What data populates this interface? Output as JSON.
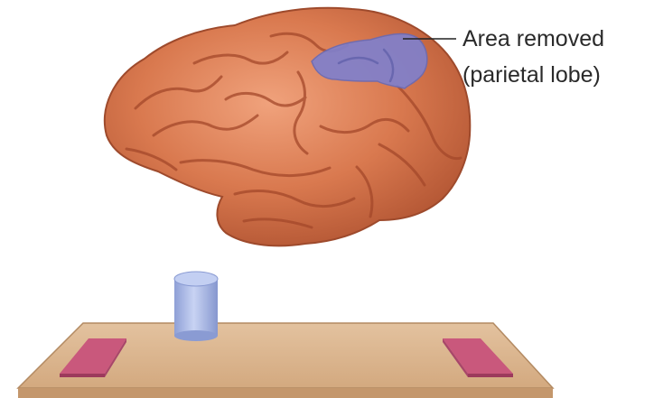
{
  "callout": {
    "line1": "Area removed",
    "line2": "(parietal lobe)"
  },
  "colors": {
    "brain_fill": "#d9794f",
    "brain_shadow": "#a8472a",
    "brain_highlight": "#f0a27c",
    "lesion_fill": "#8080cc",
    "table_top": "#d9b48e",
    "table_edge": "#c2946a",
    "pad_fill": "#d06a8a",
    "cylinder_fill": "#a9b8e8"
  },
  "icons": {
    "brain": "brain-illustration",
    "lesion": "parietal-lobe-lesion",
    "table": "test-table",
    "object": "cylinder-object",
    "left_food_well": "left-pad",
    "right_food_well": "right-pad"
  }
}
